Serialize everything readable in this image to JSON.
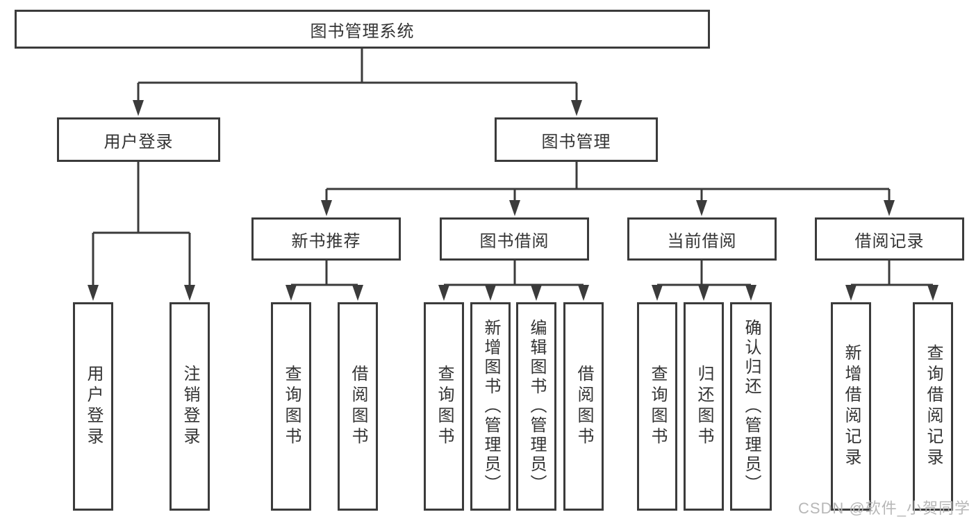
{
  "diagram": {
    "tree": {
      "label": "图书管理系统",
      "children": [
        {
          "label": "用户登录",
          "children": [
            {
              "label": "用户登录"
            },
            {
              "label": "注销登录"
            }
          ]
        },
        {
          "label": "图书管理",
          "children": [
            {
              "label": "新书推荐",
              "children": [
                {
                  "label": "查询图书"
                },
                {
                  "label": "借阅图书"
                }
              ]
            },
            {
              "label": "图书借阅",
              "children": [
                {
                  "label": "查询图书"
                },
                {
                  "label": "新增图书（管理员）"
                },
                {
                  "label": "编辑图书（管理员）"
                },
                {
                  "label": "借阅图书"
                }
              ]
            },
            {
              "label": "当前借阅",
              "children": [
                {
                  "label": "查询图书"
                },
                {
                  "label": "归还图书"
                },
                {
                  "label": "确认归还（管理员）"
                }
              ]
            },
            {
              "label": "借阅记录",
              "children": [
                {
                  "label": "新增借阅记录"
                },
                {
                  "label": "查询借阅记录"
                }
              ]
            }
          ]
        }
      ]
    }
  },
  "watermark": {
    "text": "CSDN @软件_小贺同学"
  },
  "colors": {
    "line": "#3b3b3b",
    "text": "#333333",
    "box_fill": "#ffffff",
    "watermark": "#b7b7b7",
    "background": "#ffffff"
  }
}
